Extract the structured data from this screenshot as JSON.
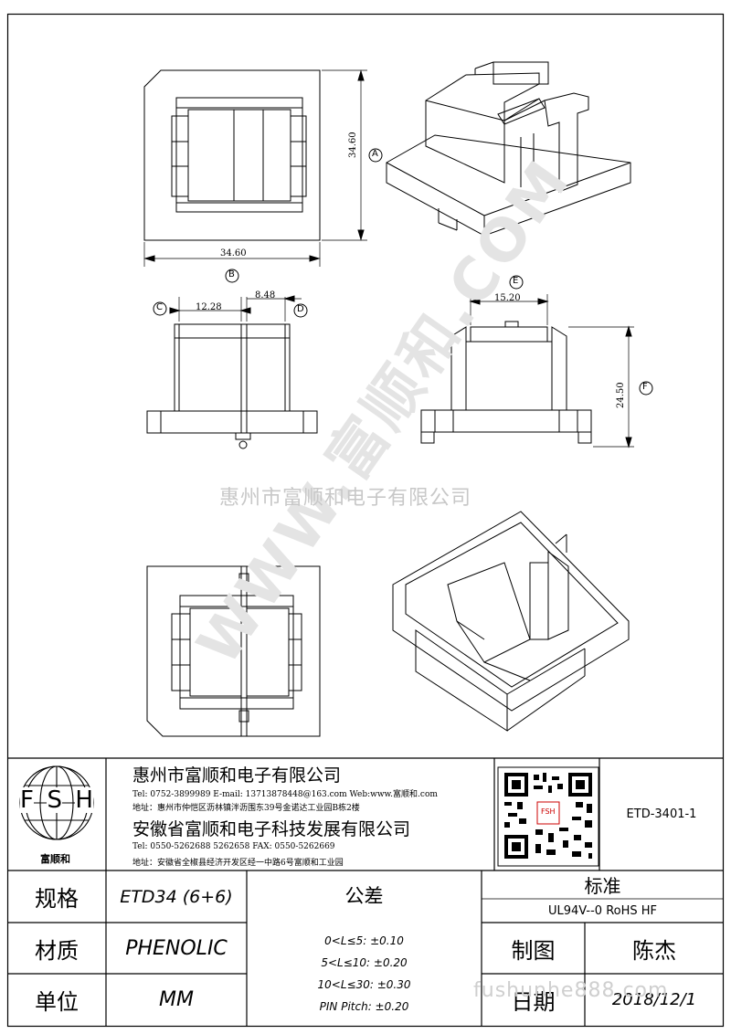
{
  "dimensions": {
    "top_width": "34.60",
    "top_height": "34.60",
    "pin_a": "12.28",
    "pin_b": "8.48",
    "side_width": "15.20",
    "side_height": "24.50"
  },
  "callouts": {
    "a": "A",
    "b": "B",
    "c": "C",
    "d": "D",
    "e": "E",
    "f": "F"
  },
  "watermark": {
    "diagonal": "WWW.富顺和.COM",
    "center": "惠州市富顺和电子有限公司",
    "footer": "fushunhe888.com"
  },
  "logo": {
    "letters": [
      "F",
      "S",
      "H"
    ],
    "caption": "富顺和"
  },
  "company1": {
    "name": "惠州市富顺和电子有限公司",
    "contact": "Tel:  0752-3899989  E-mail: 13713878448@163.com  Web:www.富顺和.com",
    "address": "地址：惠州市仲恺区沥林镇泮沥围东39号金诺达工业园B栋2楼"
  },
  "company2": {
    "name": "安徽省富顺和电子科技发展有限公司",
    "contact": "Tel:  0550-5262688  5262658       FAX:  0550-5262669",
    "address": "地址：安徽省全椒县经济开发区经一中路6号富顺和工业园"
  },
  "qr": {
    "label": "FSH"
  },
  "part_number": "ETD-3401-1",
  "table": {
    "spec_label": "规格",
    "spec_value": "ETD34 (6+6)",
    "material_label": "材质",
    "material_value": "PHENOLIC",
    "unit_label": "单位",
    "unit_value": "MM",
    "tolerance_label": "公差",
    "tolerances": [
      "0<L≤5: ±0.10",
      "5<L≤10: ±0.20",
      "10<L≤30: ±0.30",
      "PIN Pitch: ±0.20"
    ],
    "standard_label": "标准",
    "standard_value": "UL94V--0  RoHS HF",
    "drawer_label": "制图",
    "drawer_value": "陈杰",
    "date_label": "日期",
    "date_value": "2018/12/1"
  }
}
